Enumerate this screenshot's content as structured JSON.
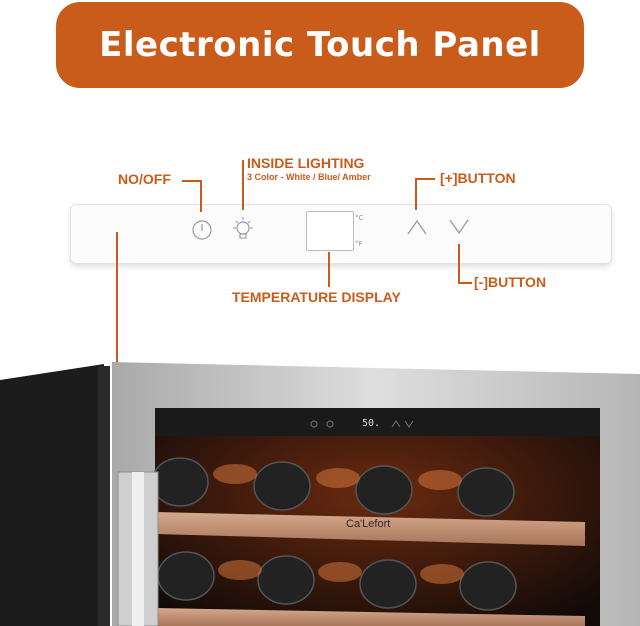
{
  "title": "Electronic Touch Panel",
  "labels": {
    "on_off": "NO/OFF",
    "inside_lighting": "INSIDE LIGHTING",
    "lighting_colors": "3 Color - White / Blue/ Amber",
    "plus_button": "[+]BUTTON",
    "minus_button": "[-]BUTTON",
    "temperature_display": "TEMPERATURE DISPLAY"
  },
  "panel_units": {
    "celsius": "°C",
    "fahrenheit": "°F"
  },
  "fridge": {
    "display_reading": "50.",
    "brand": "Ca'Lefort"
  },
  "colors": {
    "accent": "#c95c1a",
    "steel": "#c9c9c9",
    "wood": "#b9876a"
  },
  "icons": [
    "power-icon",
    "bulb-icon",
    "up-chevron-icon",
    "down-chevron-icon"
  ]
}
